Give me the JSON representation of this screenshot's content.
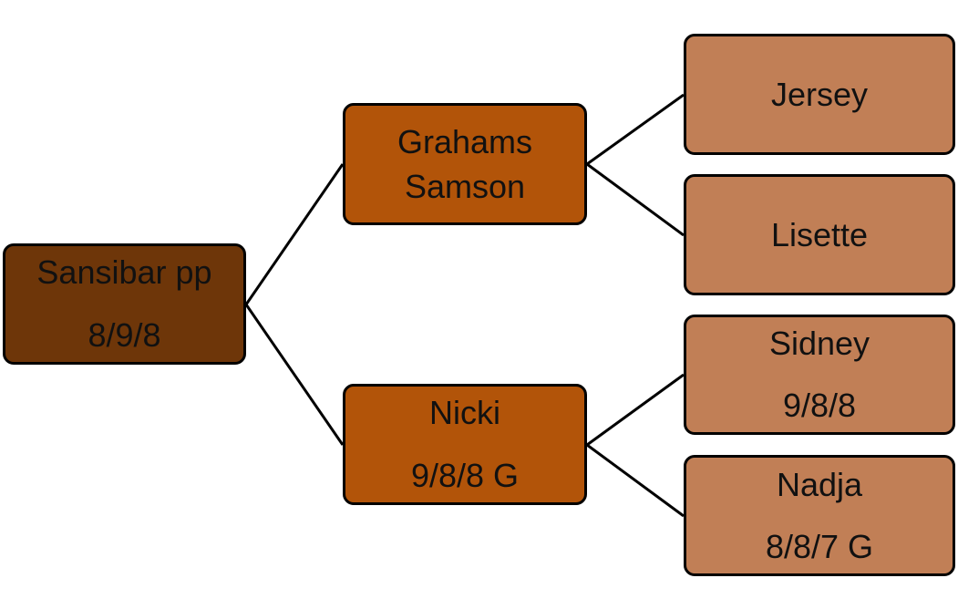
{
  "tree": {
    "root": {
      "name": "Sansibar pp",
      "score": "8/9/8"
    },
    "sire": {
      "name_line1": "Grahams",
      "name_line2": "Samson"
    },
    "dam": {
      "name": "Nicki",
      "score": "9/8/8 G"
    },
    "sire_sire": {
      "name": "Jersey"
    },
    "sire_dam": {
      "name": "Lisette"
    },
    "dam_sire": {
      "name": "Sidney",
      "score": "9/8/8"
    },
    "dam_dam": {
      "name": "Nadja",
      "score": "8/8/7 G"
    }
  },
  "colors": {
    "generation_0_fill": "#6e3609",
    "generation_1_fill": "#b25409",
    "generation_2_fill": "#c17f56",
    "border": "#000000",
    "connector": "#000000"
  }
}
